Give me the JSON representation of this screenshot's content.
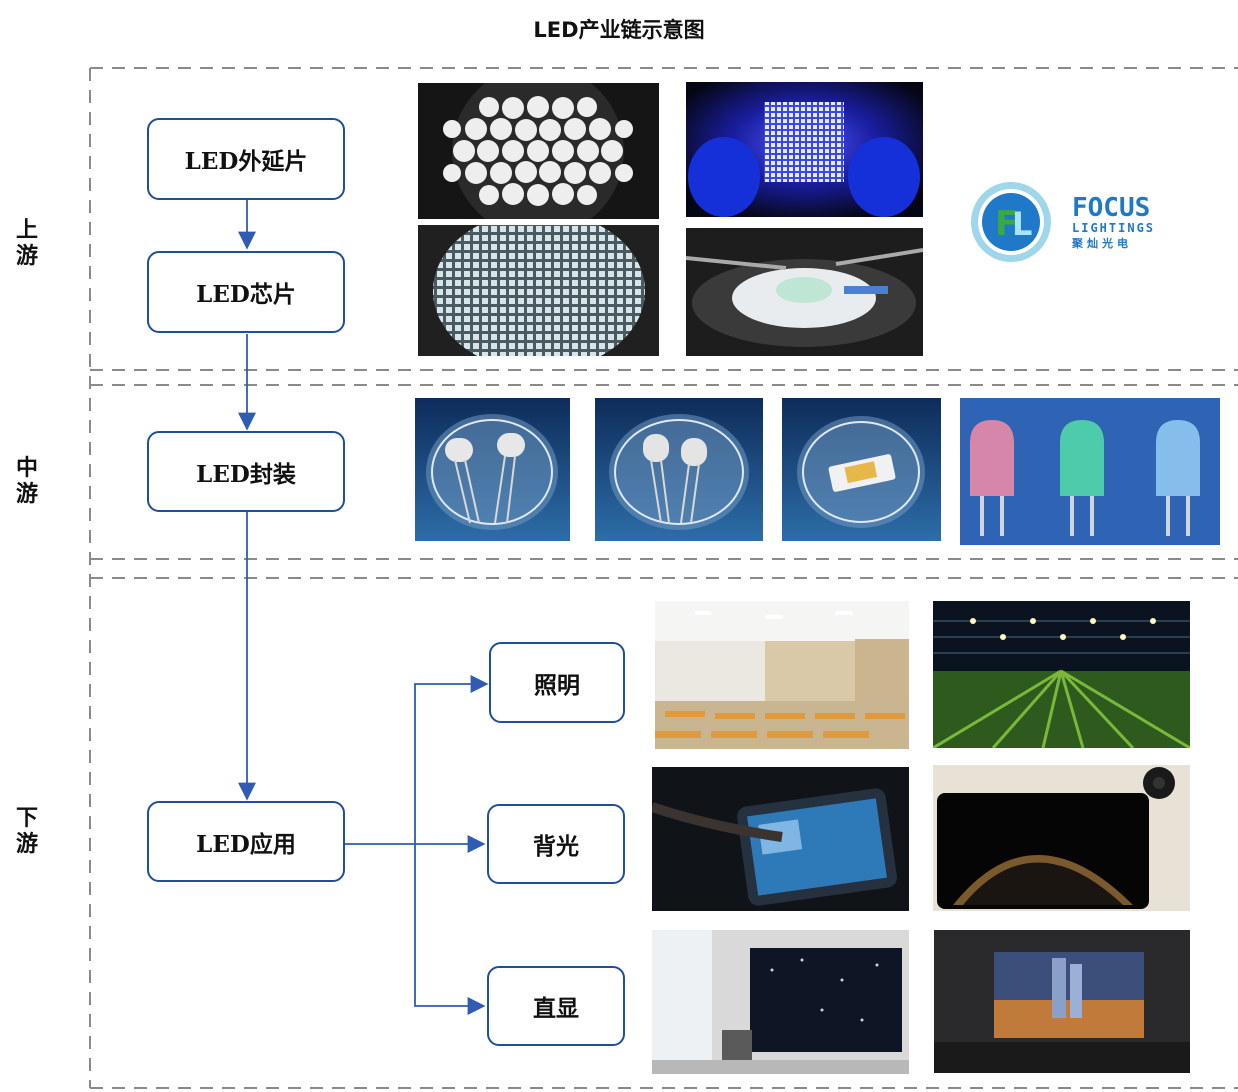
{
  "title": "LED产业链示意图",
  "stages": {
    "upstream": "上\n游",
    "midstream": "中\n游",
    "downstream": "下\n游"
  },
  "nodes": {
    "epi": "LED外延片",
    "chip": "LED芯片",
    "package": "LED封装",
    "application": "LED应用",
    "lighting": "照明",
    "backlight": "背光",
    "direct_display": "直显"
  },
  "logo": {
    "mark": "FL",
    "brand": "FOCUS",
    "sub": "LIGHTINGS",
    "cn": "聚灿光电"
  },
  "colors": {
    "box_border": "#1f4e9a",
    "arrow": "#2f5bb3",
    "dash": "#888888",
    "logo_green": "#3aa845",
    "logo_blue": "#1f78c8"
  }
}
